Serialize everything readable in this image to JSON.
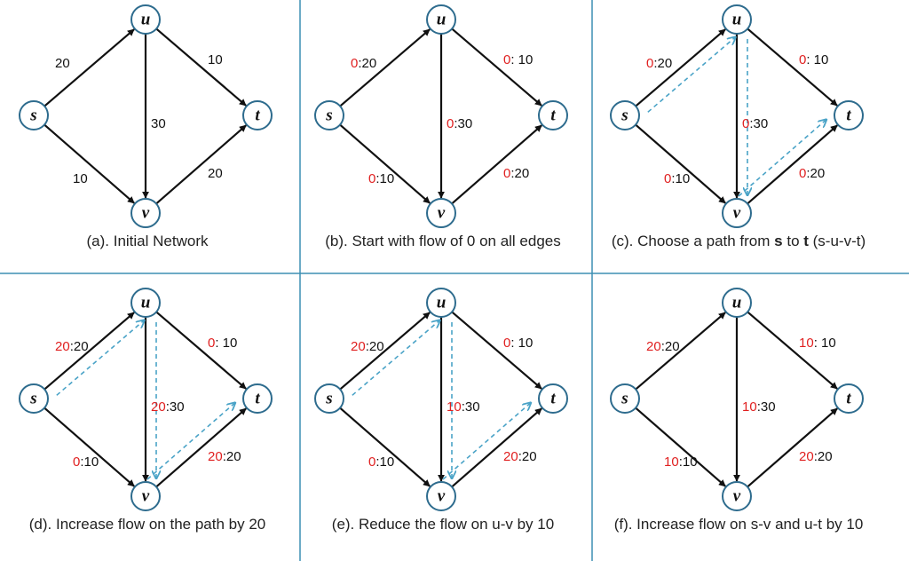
{
  "nodes": {
    "s": "s",
    "u": "u",
    "v": "v",
    "t": "t"
  },
  "panels": [
    {
      "caption": "(a). Initial Network",
      "edges": {
        "su": {
          "flow": "",
          "sep": "",
          "cap": "20"
        },
        "ut": {
          "flow": "",
          "sep": "",
          "cap": "10"
        },
        "uv": {
          "flow": "",
          "sep": "",
          "cap": "30"
        },
        "sv": {
          "flow": "",
          "sep": "",
          "cap": "10"
        },
        "vt": {
          "flow": "",
          "sep": "",
          "cap": "20"
        }
      },
      "path_arrows": []
    },
    {
      "caption": "(b). Start with flow of 0 on all edges",
      "edges": {
        "su": {
          "flow": "0",
          "sep": ":",
          "cap": "20"
        },
        "ut": {
          "flow": "0",
          "sep": ": ",
          "cap": "10"
        },
        "uv": {
          "flow": "0",
          "sep": ":",
          "cap": "30"
        },
        "sv": {
          "flow": "0",
          "sep": ":",
          "cap": "10"
        },
        "vt": {
          "flow": "0",
          "sep": ":",
          "cap": "20"
        }
      },
      "path_arrows": []
    },
    {
      "caption_parts": [
        "(c). Choose a path from ",
        "s",
        " to ",
        "t",
        " (s-u-v-t)"
      ],
      "edges": {
        "su": {
          "flow": "0",
          "sep": ":",
          "cap": "20"
        },
        "ut": {
          "flow": "0",
          "sep": ": ",
          "cap": "10"
        },
        "uv": {
          "flow": "0",
          "sep": ":",
          "cap": "30"
        },
        "sv": {
          "flow": "0",
          "sep": ":",
          "cap": "10"
        },
        "vt": {
          "flow": "0",
          "sep": ":",
          "cap": "20"
        }
      },
      "path_arrows": [
        "su",
        "uv",
        "vt"
      ]
    },
    {
      "caption": "(d). Increase flow on the path by 20",
      "edges": {
        "su": {
          "flow": "20",
          "sep": ":",
          "cap": "20"
        },
        "ut": {
          "flow": "0",
          "sep": ": ",
          "cap": "10"
        },
        "uv": {
          "flow": "20",
          "sep": ":",
          "cap": "30"
        },
        "sv": {
          "flow": "0",
          "sep": ":",
          "cap": "10"
        },
        "vt": {
          "flow": "20",
          "sep": ":",
          "cap": "20"
        }
      },
      "path_arrows": [
        "su",
        "uv",
        "vt"
      ]
    },
    {
      "caption": "(e). Reduce the flow on u-v by 10",
      "edges": {
        "su": {
          "flow": "20",
          "sep": ":",
          "cap": "20"
        },
        "ut": {
          "flow": "0",
          "sep": ": ",
          "cap": "10"
        },
        "uv": {
          "flow": "10",
          "sep": ":",
          "cap": "30"
        },
        "sv": {
          "flow": "0",
          "sep": ":",
          "cap": "10"
        },
        "vt": {
          "flow": "20",
          "sep": ":",
          "cap": "20"
        }
      },
      "path_arrows": [
        "su",
        "uv",
        "vt"
      ]
    },
    {
      "caption": "(f). Increase flow on s-v and u-t by 10",
      "edges": {
        "su": {
          "flow": "20",
          "sep": ":",
          "cap": "20"
        },
        "ut": {
          "flow": "10",
          "sep": ": ",
          "cap": "10"
        },
        "uv": {
          "flow": "10",
          "sep": ":",
          "cap": "30"
        },
        "sv": {
          "flow": "10",
          "sep": ":",
          "cap": "10"
        },
        "vt": {
          "flow": "20",
          "sep": ":",
          "cap": "20"
        }
      },
      "path_arrows": []
    }
  ],
  "colors": {
    "flow": "#e02020",
    "node_stroke": "#2e6c8e",
    "path_arrow": "#4aa3c7",
    "divider": "#3d8fb4",
    "edge": "#111111"
  }
}
